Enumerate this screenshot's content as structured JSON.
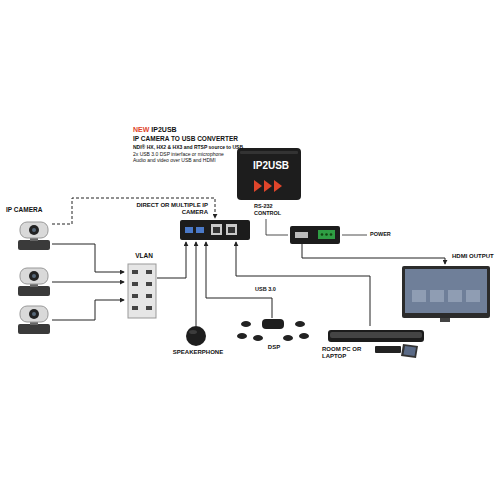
{
  "diagram": {
    "title": "IP2USB",
    "nodes": [
      {
        "text": [
          "IP2USB"
        ]
      },
      {
        "text": [
          "IP CAMERA"
        ]
      },
      {
        "text": [
          "VLAN"
        ]
      },
      {
        "text": [
          "HDMI OUTPUT"
        ]
      },
      {
        "text": [
          "SPEAKERPHONE"
        ]
      },
      {
        "text": [
          "DSP"
        ]
      },
      {
        "text": [
          "ROOM PC OR LAPTOP"
        ]
      }
    ],
    "edges": [
      {
        "from": 1,
        "to": 2,
        "arrow": "to"
      }
    ],
    "labels": [
      "NEW",
      "IP CAMERA TO USB CONVERTER",
      "NDI® HX, HX2 & HX3 and RTSP source to USB",
      "2x USB 3.0 DSP interface or microphone",
      "Audio and video over USB and HDMI",
      "DIRECT OR MULTIPLE IP CAMERA",
      "RS-232 CONTROL",
      "POWER",
      "USB 3.0"
    ]
  }
}
